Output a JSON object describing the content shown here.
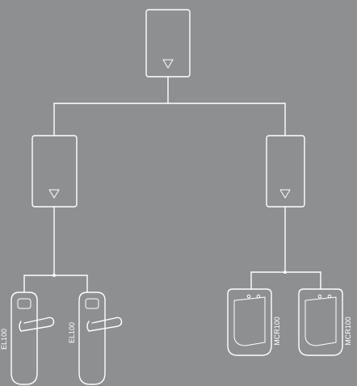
{
  "devices": {
    "lock_left_clipped": {
      "label": "EL100"
    },
    "lock_right": {
      "label": "EL100"
    },
    "reader_left": {
      "label": "MCR100"
    },
    "reader_right": {
      "label": "MCR100"
    }
  },
  "colors": {
    "background": "#8e8f91",
    "line": "#ffffff"
  }
}
